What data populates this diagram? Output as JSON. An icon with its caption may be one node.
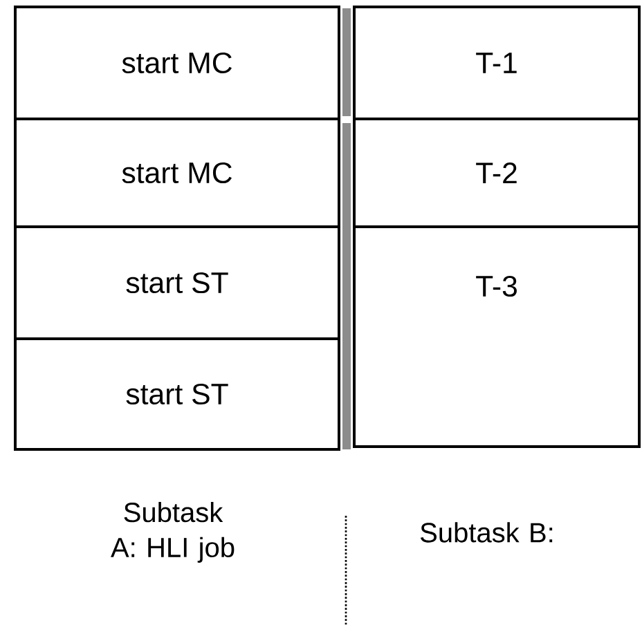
{
  "diagram": {
    "nodes": [
      {
        "text": [
          "start  MC"
        ]
      },
      {
        "text": [
          "start  MC"
        ]
      },
      {
        "text": [
          "start  ST"
        ]
      },
      {
        "text": [
          "start  ST"
        ]
      },
      {
        "text": [
          "T-1"
        ]
      },
      {
        "text": [
          "T-2"
        ]
      },
      {
        "text": [
          "T-3"
        ]
      }
    ],
    "labels": [
      "Subtask A: HLI job",
      "Subtask B:"
    ]
  }
}
